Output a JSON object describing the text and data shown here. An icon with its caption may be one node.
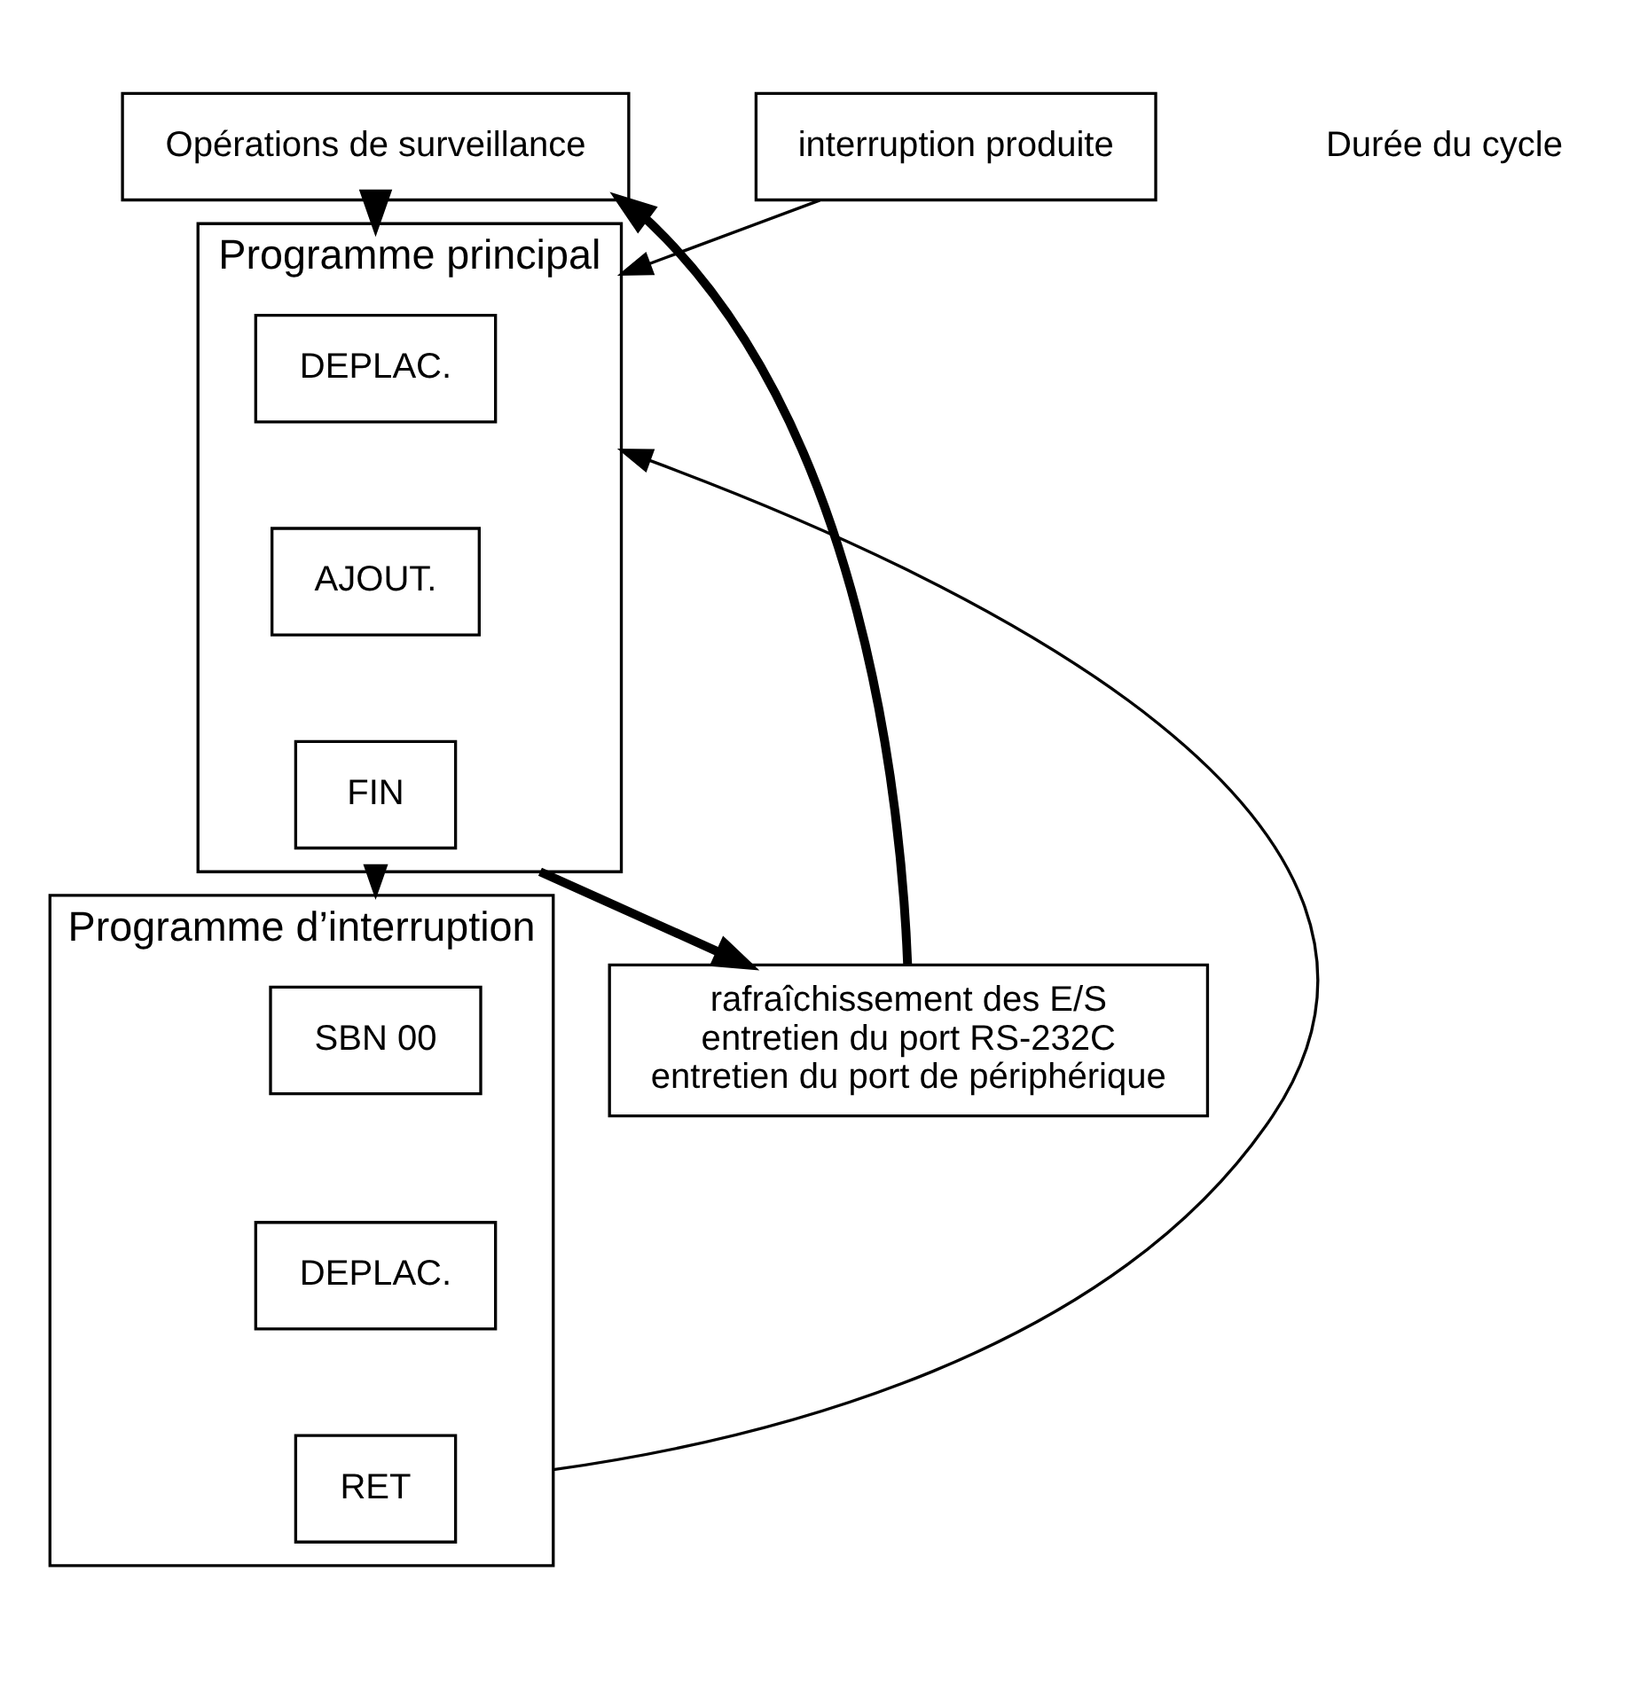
{
  "diagram": {
    "nodes": [
      {
        "text": [
          "Opérations de surveillance"
        ]
      },
      {
        "text": [
          "Programme principal"
        ]
      },
      {
        "text": [
          "DEPLAC."
        ],
        "in": 1
      },
      {
        "text": [
          "AJOUT."
        ],
        "in": 1
      },
      {
        "text": [
          "FIN"
        ],
        "in": 1
      },
      {
        "text": [
          "interruption produite"
        ]
      },
      {
        "text": [
          "Programme d’interruption"
        ]
      },
      {
        "text": [
          "SBN 00"
        ],
        "in": 6
      },
      {
        "text": [
          "DEPLAC."
        ],
        "in": 6
      },
      {
        "text": [
          "RET"
        ],
        "in": 6
      },
      {
        "text": [
          "rafraîchissement des E/S",
          "entretien du port RS-232C",
          "entretien du port de périphérique"
        ]
      }
    ],
    "edges": [
      {
        "from": 0,
        "to": 1,
        "arrow": "to",
        "style": "thick"
      },
      {
        "from": 1,
        "to": 10,
        "arrow": "to",
        "style": "thick"
      },
      {
        "from": 10,
        "to": 0,
        "arrow": "to",
        "style": "thick"
      },
      {
        "from": 5,
        "to": 1,
        "arrow": "to"
      },
      {
        "from": 1,
        "to": 6,
        "arrow": "to"
      },
      {
        "from": 6,
        "to": 1,
        "arrow": "to"
      }
    ],
    "labels": [
      "Durée du cycle"
    ]
  }
}
